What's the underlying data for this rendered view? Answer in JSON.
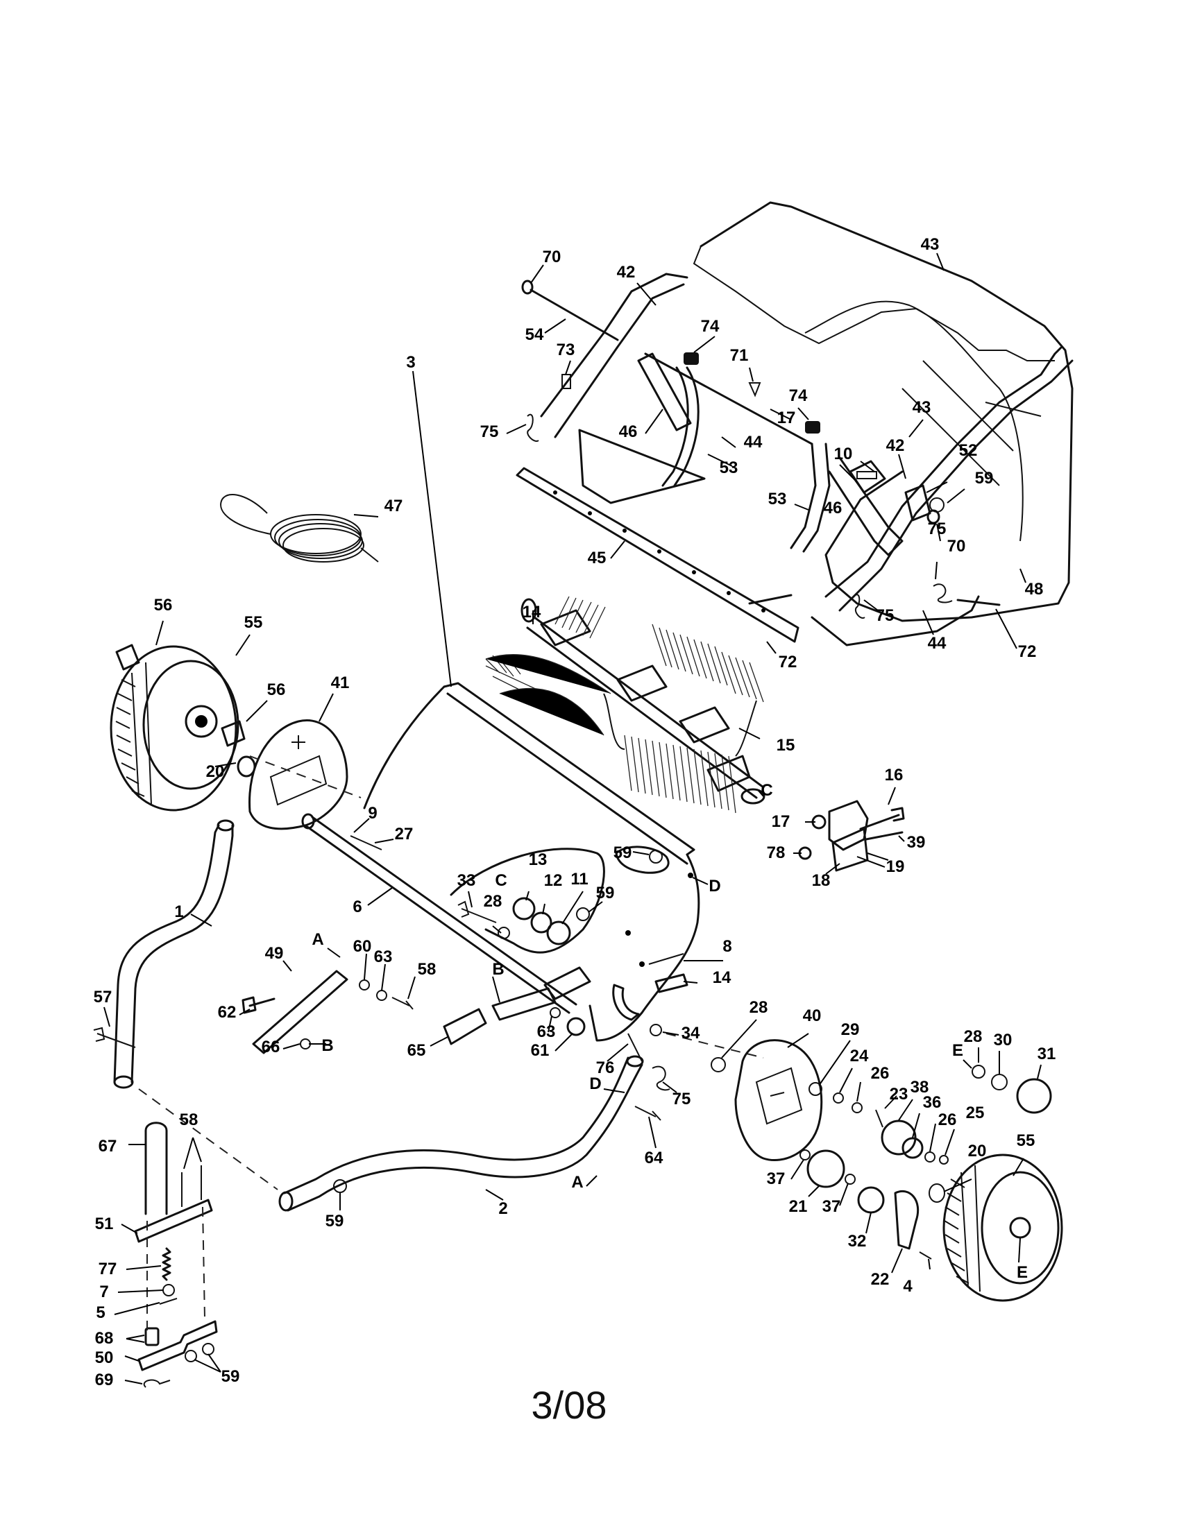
{
  "diagram": {
    "date_code": "3/08",
    "callouts": [
      {
        "id": "c70a",
        "text": "70"
      },
      {
        "id": "c42a",
        "text": "42"
      },
      {
        "id": "c43a",
        "text": "43"
      },
      {
        "id": "c74a",
        "text": "74"
      },
      {
        "id": "c54",
        "text": "54"
      },
      {
        "id": "c73",
        "text": "73"
      },
      {
        "id": "c71",
        "text": "71"
      },
      {
        "id": "c74b",
        "text": "74"
      },
      {
        "id": "c17a",
        "text": "17"
      },
      {
        "id": "c43b",
        "text": "43"
      },
      {
        "id": "c75a",
        "text": "75"
      },
      {
        "id": "c46a",
        "text": "46"
      },
      {
        "id": "c44a",
        "text": "44"
      },
      {
        "id": "c10",
        "text": "10"
      },
      {
        "id": "c42b",
        "text": "42"
      },
      {
        "id": "c52",
        "text": "52"
      },
      {
        "id": "c53a",
        "text": "53"
      },
      {
        "id": "c59a",
        "text": "59"
      },
      {
        "id": "c47",
        "text": "47"
      },
      {
        "id": "c53b",
        "text": "53"
      },
      {
        "id": "c46b",
        "text": "46"
      },
      {
        "id": "c70b",
        "text": "70"
      },
      {
        "id": "c45",
        "text": "45"
      },
      {
        "id": "c75b",
        "text": "75"
      },
      {
        "id": "c48",
        "text": "48"
      },
      {
        "id": "c75c",
        "text": "75"
      },
      {
        "id": "c14a",
        "text": "14"
      },
      {
        "id": "c56a",
        "text": "56"
      },
      {
        "id": "c55a",
        "text": "55"
      },
      {
        "id": "c72a",
        "text": "72"
      },
      {
        "id": "c44b",
        "text": "44"
      },
      {
        "id": "c72b",
        "text": "72"
      },
      {
        "id": "c3",
        "text": "3"
      },
      {
        "id": "c56b",
        "text": "56"
      },
      {
        "id": "c41",
        "text": "41"
      },
      {
        "id": "c15",
        "text": "15"
      },
      {
        "id": "c20a",
        "text": "20"
      },
      {
        "id": "cCa",
        "text": "C"
      },
      {
        "id": "c16",
        "text": "16"
      },
      {
        "id": "c9",
        "text": "9"
      },
      {
        "id": "c17b",
        "text": "17"
      },
      {
        "id": "c39",
        "text": "39"
      },
      {
        "id": "c27",
        "text": "27"
      },
      {
        "id": "c78",
        "text": "78"
      },
      {
        "id": "c59b",
        "text": "59"
      },
      {
        "id": "c19",
        "text": "19"
      },
      {
        "id": "c13",
        "text": "13"
      },
      {
        "id": "c18",
        "text": "18"
      },
      {
        "id": "cCb",
        "text": "C"
      },
      {
        "id": "c12",
        "text": "12"
      },
      {
        "id": "c11",
        "text": "11"
      },
      {
        "id": "cDa",
        "text": "D"
      },
      {
        "id": "c33",
        "text": "33"
      },
      {
        "id": "c59c",
        "text": "59"
      },
      {
        "id": "c1",
        "text": "1"
      },
      {
        "id": "c28a",
        "text": "28"
      },
      {
        "id": "c6",
        "text": "6"
      },
      {
        "id": "cAa",
        "text": "A"
      },
      {
        "id": "c8",
        "text": "8"
      },
      {
        "id": "c49",
        "text": "49"
      },
      {
        "id": "c60",
        "text": "60"
      },
      {
        "id": "c63a",
        "text": "63"
      },
      {
        "id": "c58a",
        "text": "58"
      },
      {
        "id": "cBa",
        "text": "B"
      },
      {
        "id": "c14b",
        "text": "14"
      },
      {
        "id": "c57",
        "text": "57"
      },
      {
        "id": "c62",
        "text": "62"
      },
      {
        "id": "c28b",
        "text": "28"
      },
      {
        "id": "c40",
        "text": "40"
      },
      {
        "id": "c66",
        "text": "66"
      },
      {
        "id": "cBb",
        "text": "B"
      },
      {
        "id": "c63b",
        "text": "63"
      },
      {
        "id": "c34",
        "text": "34"
      },
      {
        "id": "c29",
        "text": "29"
      },
      {
        "id": "c28c",
        "text": "28"
      },
      {
        "id": "c65",
        "text": "65"
      },
      {
        "id": "c61",
        "text": "61"
      },
      {
        "id": "c76",
        "text": "76"
      },
      {
        "id": "cE1",
        "text": "E"
      },
      {
        "id": "c30",
        "text": "30"
      },
      {
        "id": "c31",
        "text": "31"
      },
      {
        "id": "c24",
        "text": "24"
      },
      {
        "id": "c26a",
        "text": "26"
      },
      {
        "id": "cDb",
        "text": "D"
      },
      {
        "id": "c75d",
        "text": "75"
      },
      {
        "id": "c23",
        "text": "23"
      },
      {
        "id": "c38",
        "text": "38"
      },
      {
        "id": "c36",
        "text": "36"
      },
      {
        "id": "c26b",
        "text": "26"
      },
      {
        "id": "c25",
        "text": "25"
      },
      {
        "id": "c67",
        "text": "67"
      },
      {
        "id": "c58b",
        "text": "58"
      },
      {
        "id": "c64",
        "text": "64"
      },
      {
        "id": "c55b",
        "text": "55"
      },
      {
        "id": "c20b",
        "text": "20"
      },
      {
        "id": "c37a",
        "text": "37"
      },
      {
        "id": "cAb",
        "text": "A"
      },
      {
        "id": "c2",
        "text": "2"
      },
      {
        "id": "c21",
        "text": "21"
      },
      {
        "id": "c37b",
        "text": "37"
      },
      {
        "id": "c51",
        "text": "51"
      },
      {
        "id": "c59d",
        "text": "59"
      },
      {
        "id": "c32",
        "text": "32"
      },
      {
        "id": "c77",
        "text": "77"
      },
      {
        "id": "cE2",
        "text": "E"
      },
      {
        "id": "c22",
        "text": "22"
      },
      {
        "id": "c4",
        "text": "4"
      },
      {
        "id": "c7",
        "text": "7"
      },
      {
        "id": "c5",
        "text": "5"
      },
      {
        "id": "c68",
        "text": "68"
      },
      {
        "id": "c50",
        "text": "50"
      },
      {
        "id": "c69",
        "text": "69"
      },
      {
        "id": "c59e",
        "text": "59"
      }
    ]
  }
}
